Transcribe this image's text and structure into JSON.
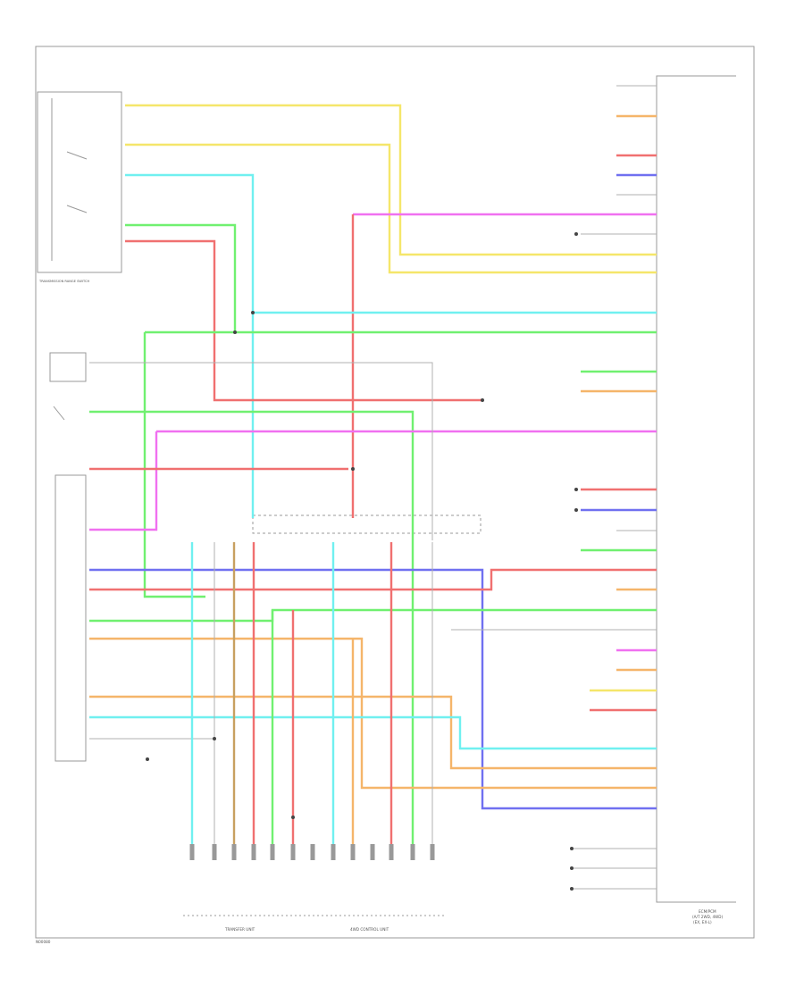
{
  "diagram": {
    "figure_id": "N00080",
    "main_unit": {
      "lines": [
        "ECM/PCM",
        "(A/T 2WD, 4WD)",
        "(EX, EX-L)"
      ]
    },
    "left_switch": {
      "caption": "TRANSMISSION RANGE SWITCH"
    },
    "lower_labels": [
      "TRANSFER UNIT",
      "4WD CONTROL UNIT"
    ],
    "colors": {
      "yellow": "#f5e66a",
      "orange": "#f5b56a",
      "red": "#f07070",
      "blue": "#7070f0",
      "cyan": "#70f0f0",
      "green": "#70f070",
      "pink": "#f070f0",
      "brown": "#c8a060",
      "gray": "#b0b0b0"
    }
  }
}
